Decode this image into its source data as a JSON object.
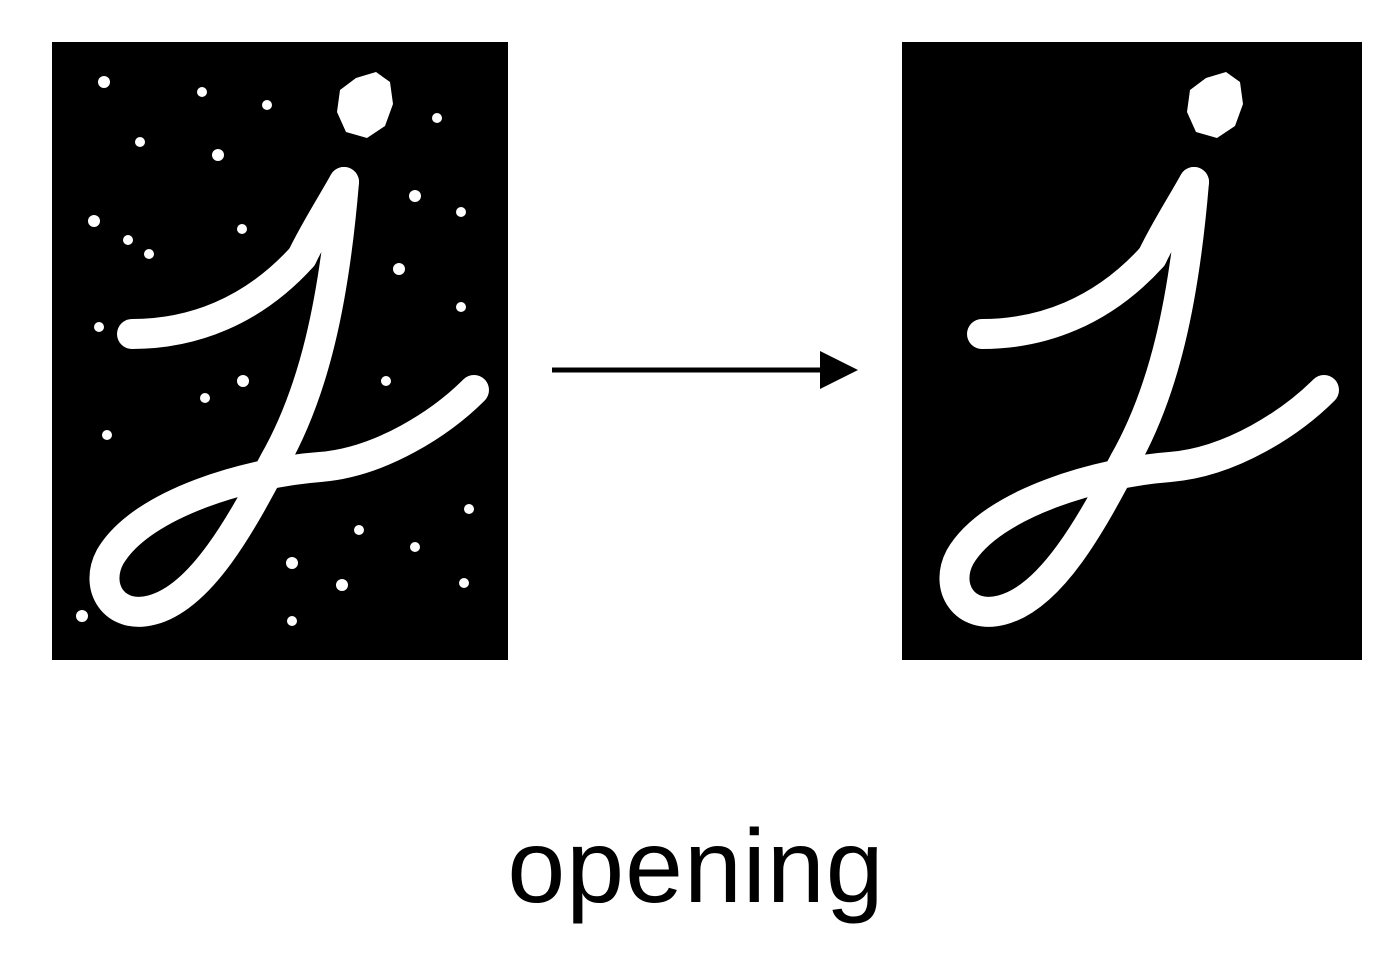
{
  "figure": {
    "operation_label": "opening",
    "panels": [
      {
        "role": "input",
        "description_icon": "letter-j-with-noise-image"
      },
      {
        "role": "output",
        "description_icon": "letter-j-clean-image"
      }
    ],
    "arrow_icon": "right-arrow-icon",
    "colors": {
      "background": "#ffffff",
      "image_background": "#000000",
      "foreground": "#ffffff",
      "arrow": "#000000",
      "caption": "#000000"
    }
  }
}
